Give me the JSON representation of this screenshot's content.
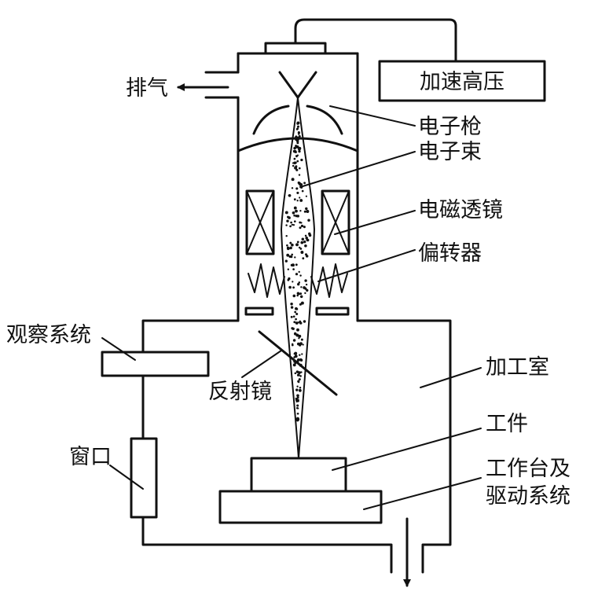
{
  "labels": {
    "accel_voltage": "加速高压",
    "exhaust": "排气",
    "electron_gun": "电子枪",
    "electron_beam": "电子束",
    "em_lens": "电磁透镜",
    "deflector": "偏转器",
    "observation_system": "观察系统",
    "reflector": "反射镜",
    "process_chamber": "加工室",
    "workpiece": "工件",
    "worktable_line1": "工作台及",
    "worktable_line2": "驱动系统",
    "window": "窗口"
  }
}
